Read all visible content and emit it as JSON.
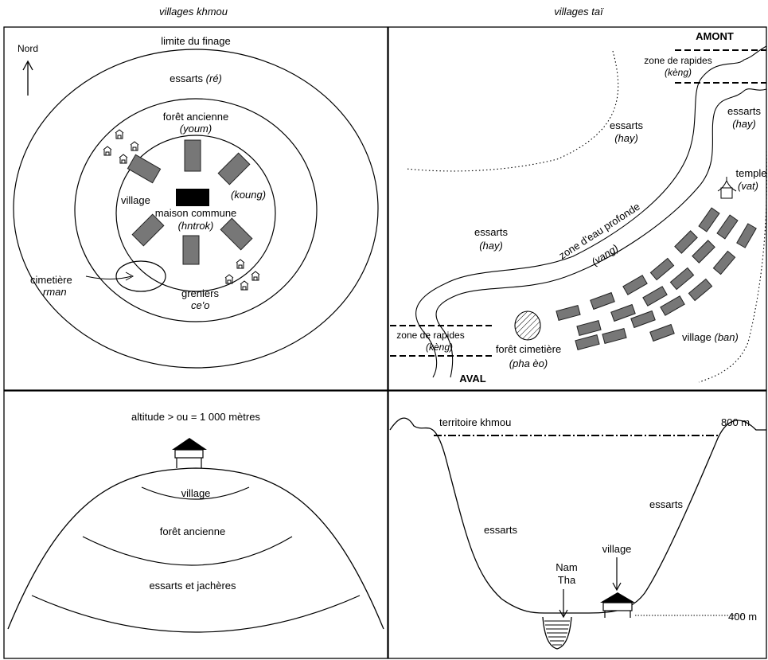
{
  "headers": {
    "left": "villages khmou",
    "right": "villages taï"
  },
  "khmou_plan": {
    "north": "Nord",
    "finage_limit": "limite du finage",
    "essarts": "essarts",
    "essarts_term": "(ré)",
    "old_forest": "forêt ancienne",
    "old_forest_term": "(youm)",
    "village": "village",
    "village_term": "(koung)",
    "common_house": "maison commune",
    "common_house_term": "(hntrok)",
    "cemetery": "cimetière",
    "cemetery_term": "rman",
    "granaries": "greniers",
    "granaries_term": "ce'o"
  },
  "tai_plan": {
    "upstream": "AMONT",
    "downstream": "AVAL",
    "rapids_up": "zone de rapides",
    "rapids_up_term": "(kèng)",
    "rapids_down": "zone de rapides",
    "rapids_down_term": "(kèng)",
    "essarts_right": "essarts",
    "essarts_right_term": "(hay)",
    "essarts_center": "essarts",
    "essarts_center_term": "(hay)",
    "essarts_left": "essarts",
    "essarts_left_term": "(hay)",
    "temple": "temple",
    "temple_term": "(vat)",
    "deep_water": "zone d'eau profonde",
    "deep_water_term": "(vang)",
    "village": "village",
    "village_term": "(ban)",
    "cemetery_forest": "forêt cimetière",
    "cemetery_forest_term": "(pha èo)"
  },
  "khmou_profile": {
    "altitude": "altitude > ou = 1 000 mètres",
    "village": "village",
    "old_forest": "forêt ancienne",
    "fallows": "essarts et jachères"
  },
  "tai_profile": {
    "khmou_territory": "territoire khmou",
    "alt_800": "800 m",
    "alt_400": "400 m",
    "essarts_left": "essarts",
    "essarts_right": "essarts",
    "river_line1": "Nam",
    "river_line2": "Tha",
    "village": "village"
  }
}
